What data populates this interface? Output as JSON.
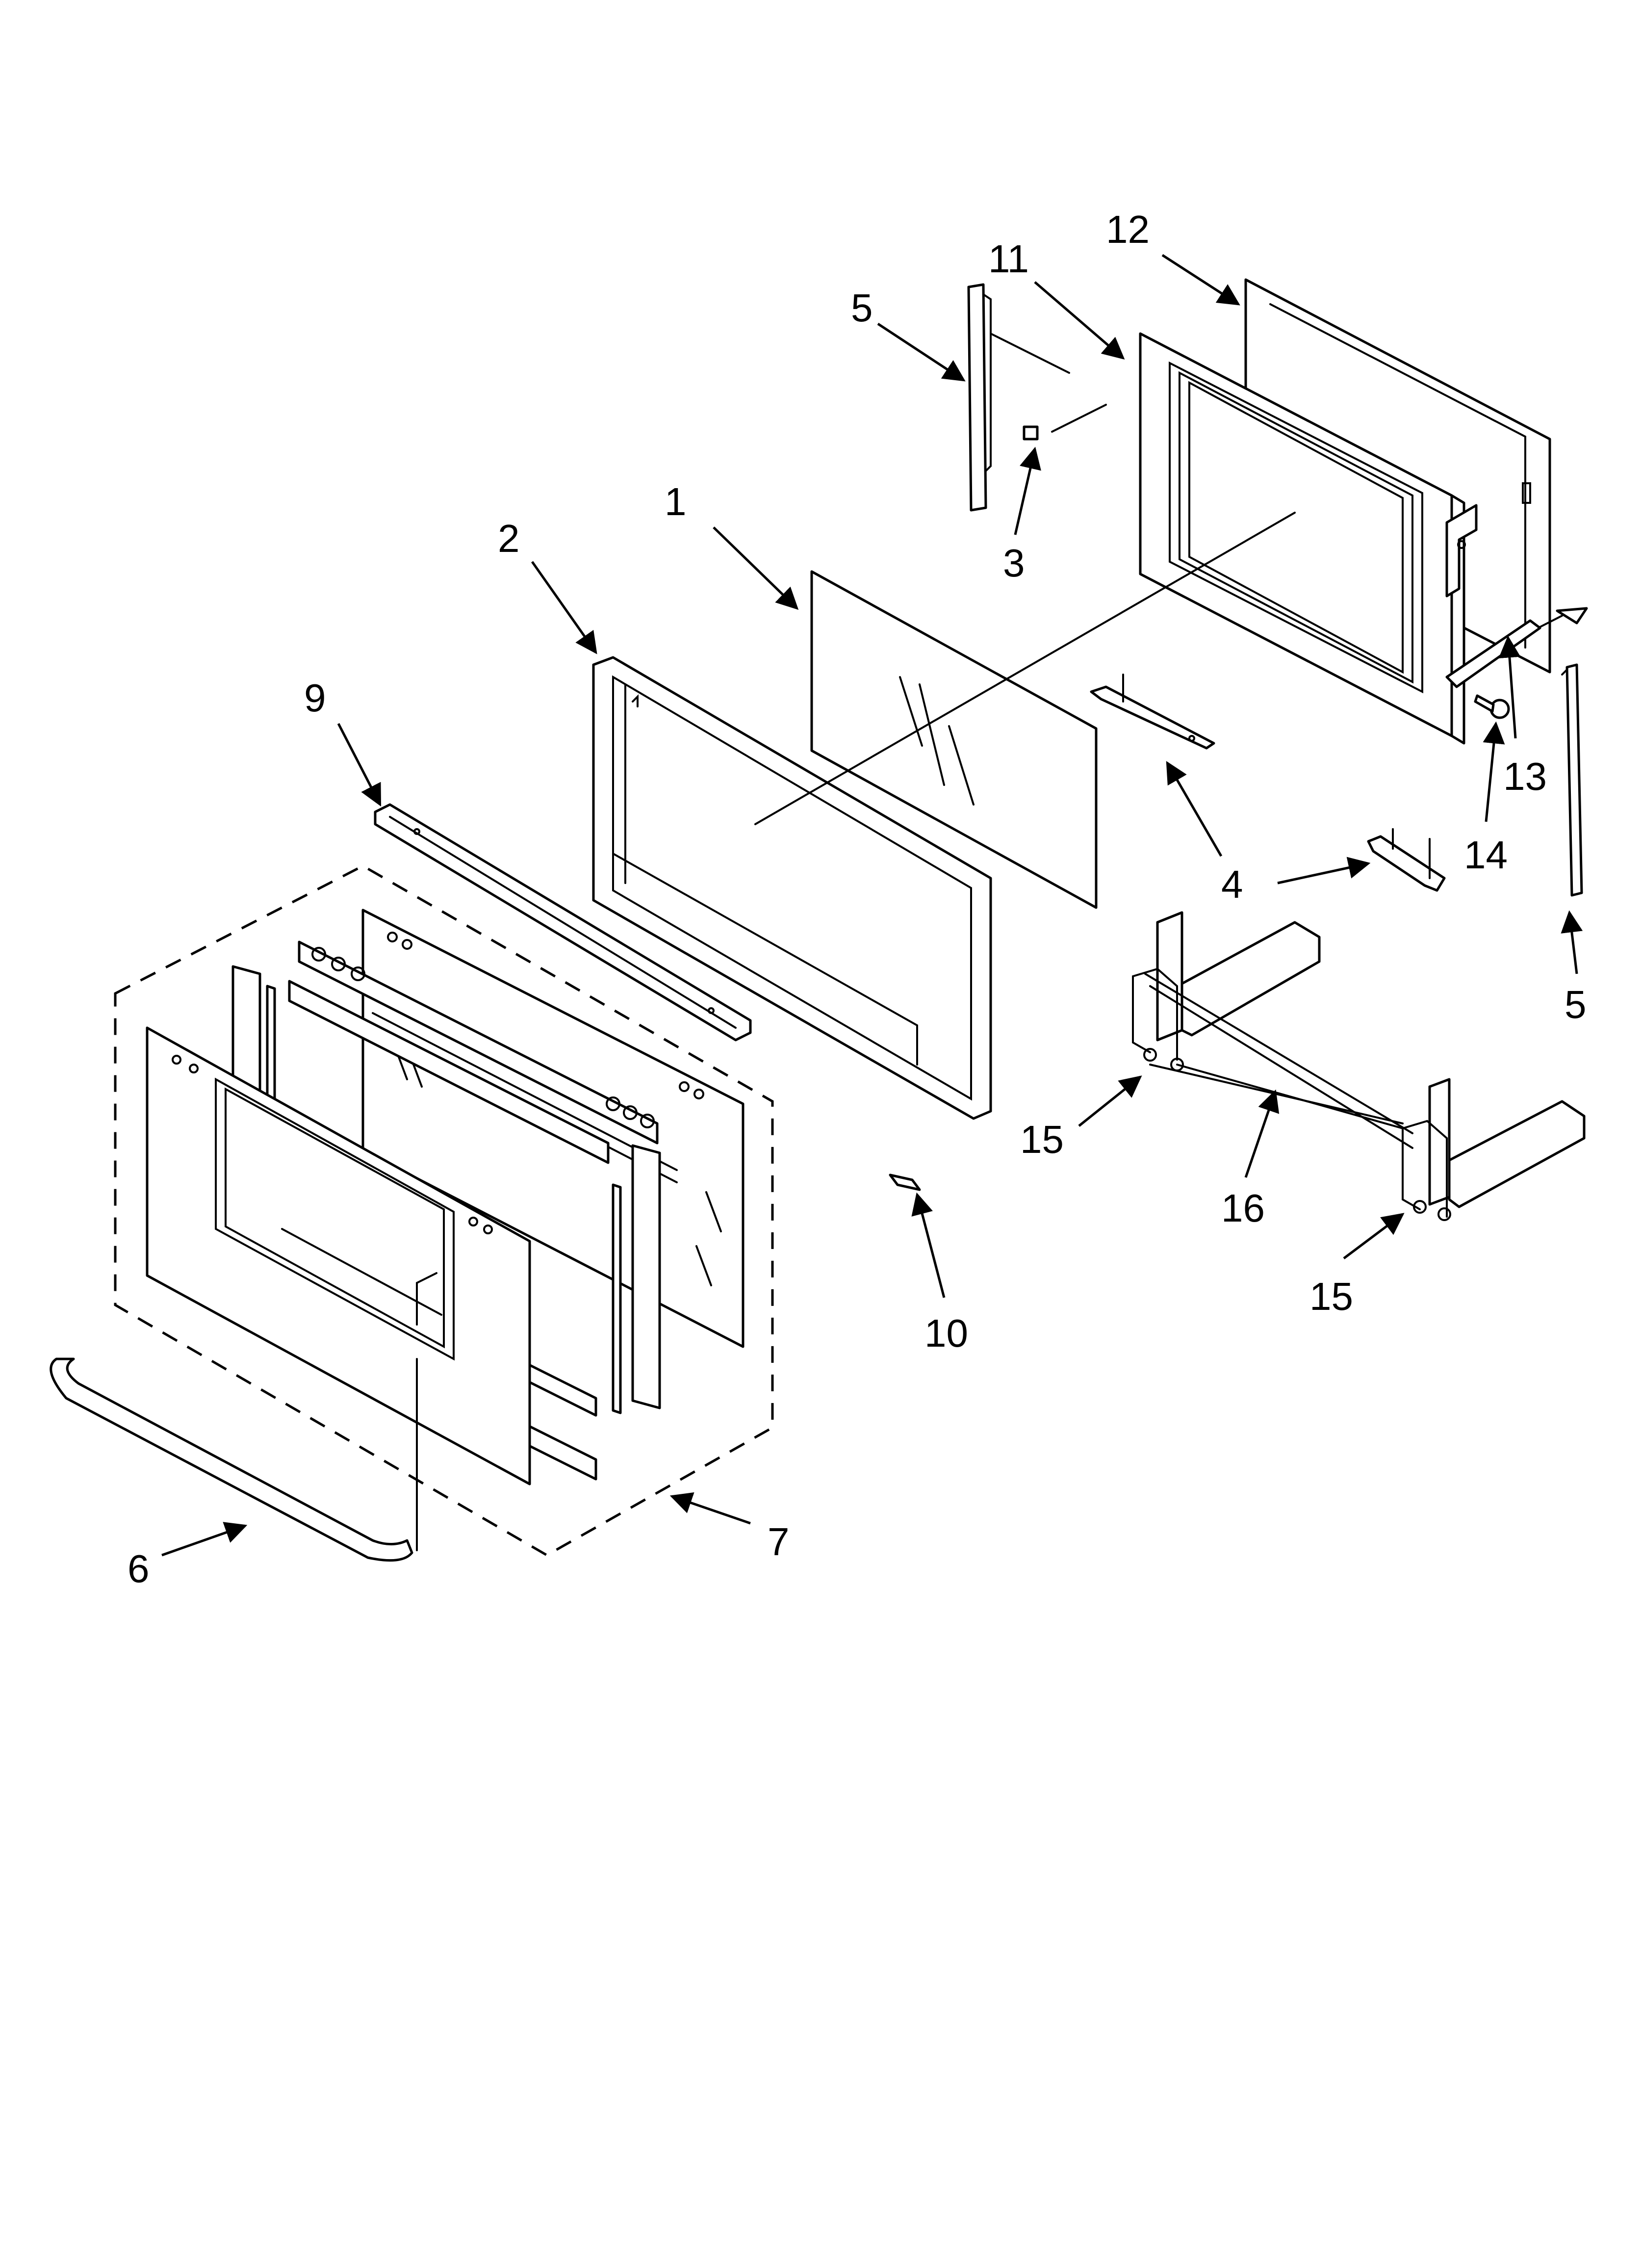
{
  "callouts": [
    {
      "id": "c1",
      "label": "1"
    },
    {
      "id": "c2",
      "label": "2"
    },
    {
      "id": "c3",
      "label": "3"
    },
    {
      "id": "c4a",
      "label": "4"
    },
    {
      "id": "c5a",
      "label": "5"
    },
    {
      "id": "c5b",
      "label": "5"
    },
    {
      "id": "c6",
      "label": "6"
    },
    {
      "id": "c7",
      "label": "7"
    },
    {
      "id": "c9",
      "label": "9"
    },
    {
      "id": "c10",
      "label": "10"
    },
    {
      "id": "c11",
      "label": "11"
    },
    {
      "id": "c12",
      "label": "12"
    },
    {
      "id": "c13",
      "label": "13"
    },
    {
      "id": "c14",
      "label": "14"
    },
    {
      "id": "c15a",
      "label": "15"
    },
    {
      "id": "c15b",
      "label": "15"
    },
    {
      "id": "c16",
      "label": "16"
    }
  ]
}
